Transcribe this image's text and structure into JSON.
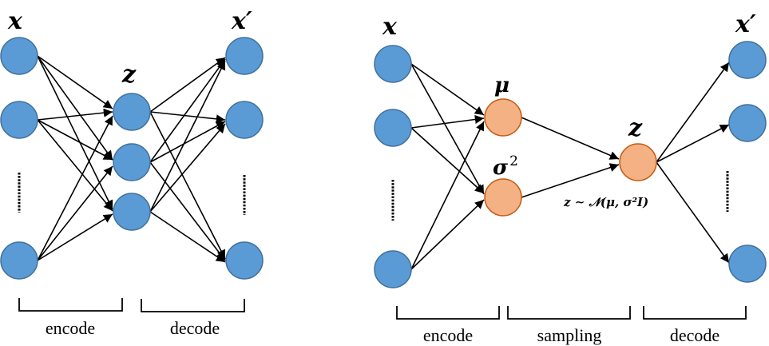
{
  "colors": {
    "blue_fill": "#5b9bd5",
    "blue_stroke": "#41719c",
    "orange_fill": "#f4b183",
    "orange_stroke": "#c55a11",
    "edge": "#000000"
  },
  "autoencoder": {
    "input_label": "x",
    "latent_label": "z",
    "output_label": "x′",
    "brackets": [
      {
        "label": "encode"
      },
      {
        "label": "decode"
      }
    ],
    "input_nodes": 3,
    "latent_nodes": 3,
    "output_nodes": 3
  },
  "vae": {
    "input_label": "x",
    "mu_label": "μ",
    "sigma_label": "σ",
    "sigma_exp": "2",
    "latent_label": "z",
    "output_label": "x′",
    "sampling_formula": "z ∼ 𝒩(μ, σ²I)",
    "brackets": [
      {
        "label": "encode"
      },
      {
        "label": "sampling"
      },
      {
        "label": "decode"
      }
    ]
  }
}
